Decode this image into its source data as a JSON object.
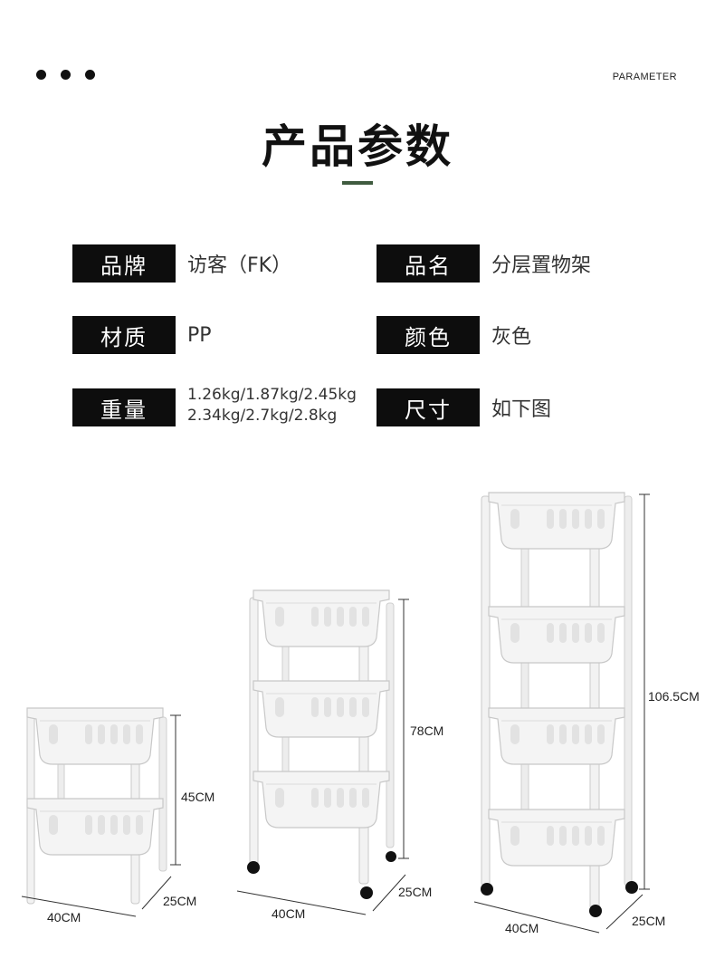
{
  "header": {
    "parameter_label": "PARAMETER",
    "title": "产品参数"
  },
  "specs": [
    {
      "label": "品牌",
      "value": "访客（FK）"
    },
    {
      "label": "品名",
      "value": "分层置物架"
    },
    {
      "label": "材质",
      "value": "PP"
    },
    {
      "label": "颜色",
      "value": "灰色"
    },
    {
      "label": "重量",
      "value_line1": "1.26kg/1.87kg/2.45kg",
      "value_line2": "2.34kg/2.7kg/2.8kg"
    },
    {
      "label": "尺寸",
      "value": "如下图"
    }
  ],
  "dimensions": {
    "small": {
      "height": "45CM",
      "width": "40CM",
      "depth": "25CM"
    },
    "medium": {
      "height": "78CM",
      "width": "40CM",
      "depth": "25CM"
    },
    "large": {
      "height": "106.5CM",
      "width": "40CM",
      "depth": "25CM"
    }
  },
  "colors": {
    "accent_bar": "#3f5b3f",
    "label_bg": "#0d0d0d",
    "rack": "#f3f3f3"
  }
}
